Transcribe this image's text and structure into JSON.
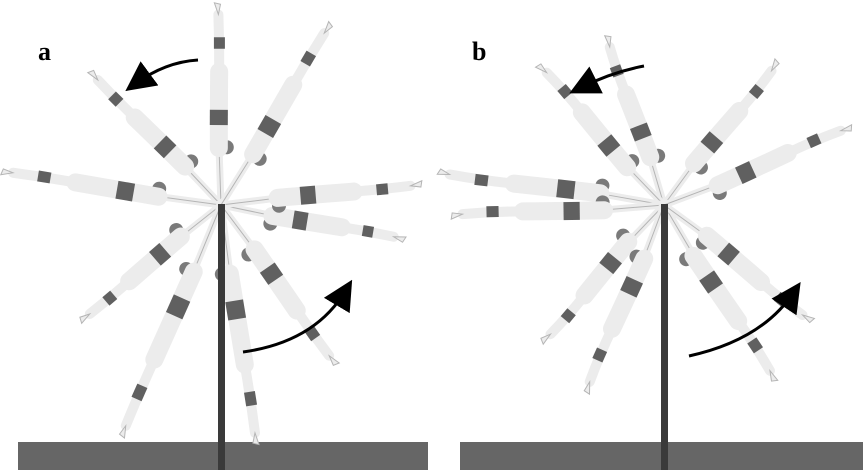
{
  "figure": {
    "panels": [
      {
        "id": "a",
        "label": "a",
        "figure_count": 10,
        "rotation": "counterclockwise"
      },
      {
        "id": "b",
        "label": "b",
        "figure_count": 10,
        "rotation": "counterclockwise"
      }
    ]
  },
  "colors": {
    "background": "#ffffff",
    "floor": "#666666",
    "bar": "#3a3a3a",
    "body": "#ececec",
    "body_outline": "#b5b5b5",
    "suit": "#606060",
    "arrow": "#000000"
  },
  "icons": [
    "rotation-arrow-icon",
    "gymnast-figure-icon",
    "high-bar-icon"
  ]
}
